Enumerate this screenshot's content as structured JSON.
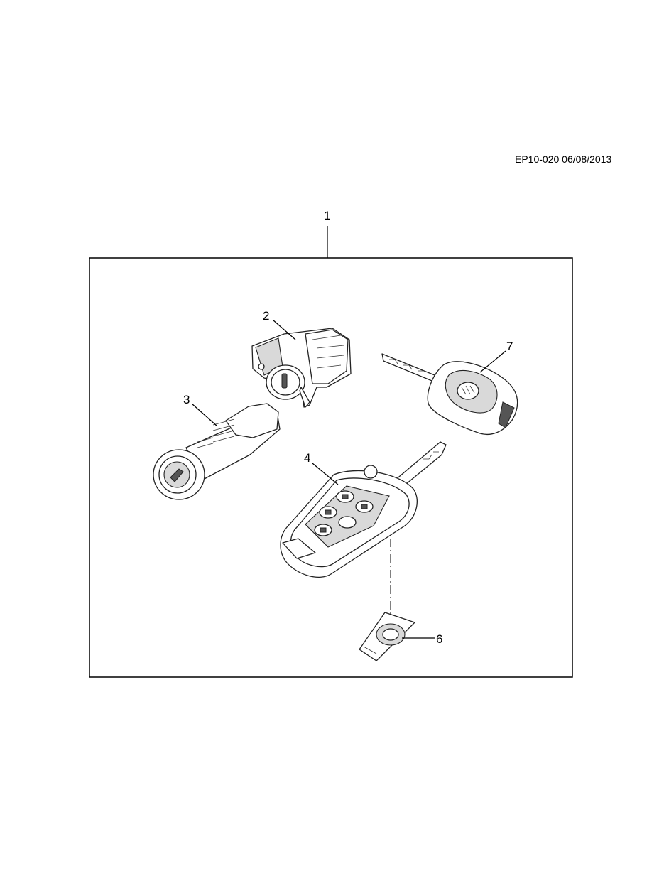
{
  "drawing": {
    "reference": "EP10-020 06/08/2013"
  },
  "callouts": {
    "kit": "1",
    "ignition_lock_housing": "2",
    "lock_cylinder": "3",
    "remote_key_fob": "4",
    "fob_battery_cover": "6",
    "transponder_key": "7"
  }
}
